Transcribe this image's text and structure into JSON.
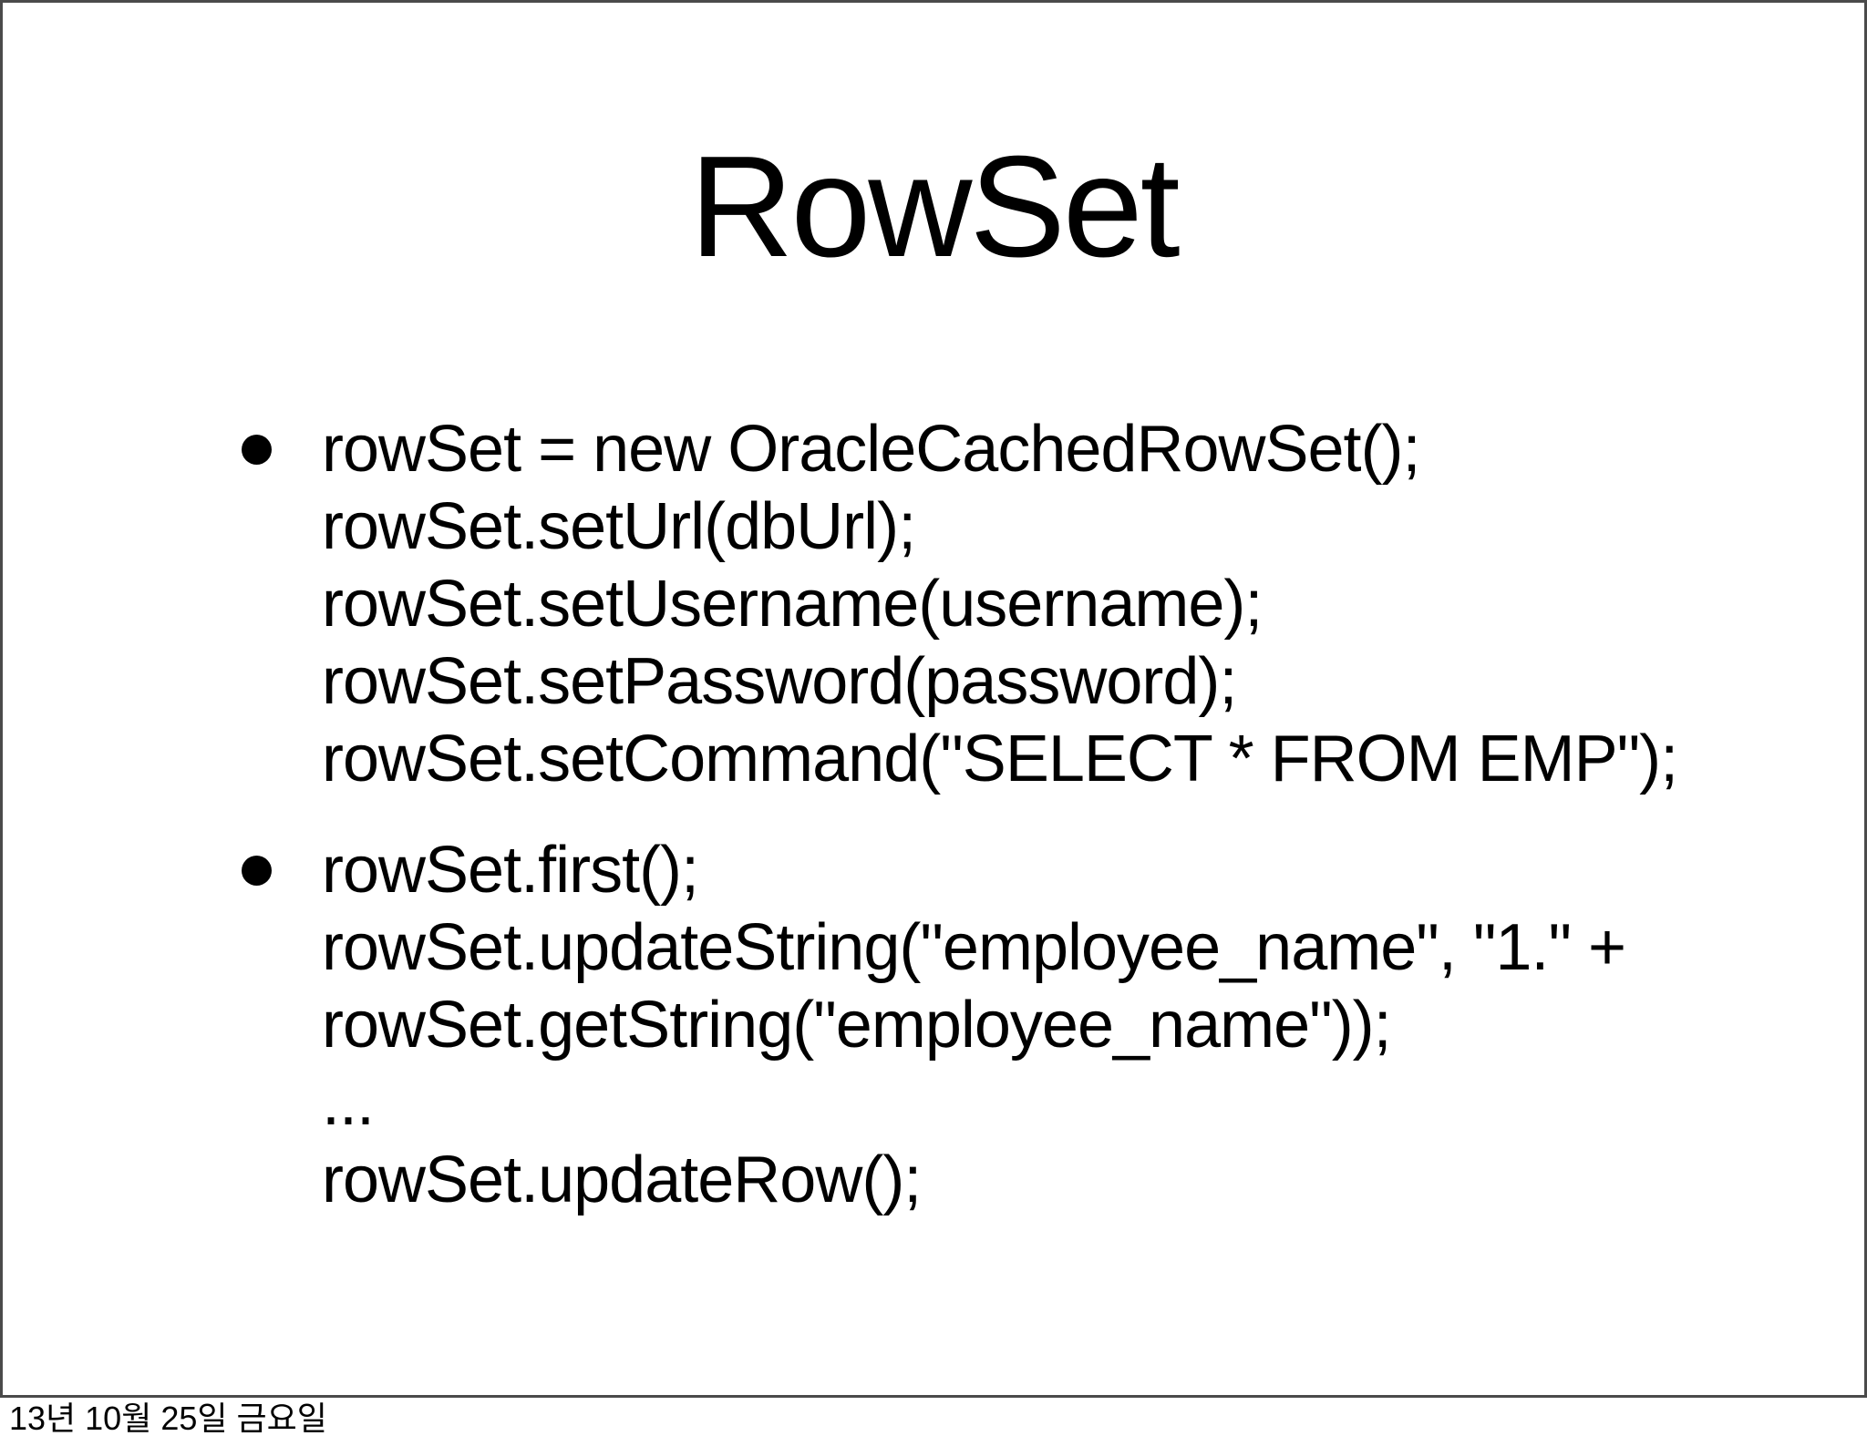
{
  "slide": {
    "title": "RowSet",
    "bullets": [
      {
        "lines": [
          "rowSet = new OracleCachedRowSet();",
          "rowSet.setUrl(dbUrl);",
          "rowSet.setUsername(username);",
          "rowSet.setPassword(password);",
          "rowSet.setCommand(\"SELECT * FROM EMP\");"
        ]
      },
      {
        "lines": [
          "rowSet.first();",
          "rowSet.updateString(\"employee_name\", \"1.\" +",
          "rowSet.getString(\"employee_name\"));",
          "...",
          "rowSet.updateRow();"
        ]
      }
    ]
  },
  "footer": {
    "date_text": "13년 10월 25일 금요일"
  },
  "colors": {
    "background": "#ffffff",
    "text": "#000000",
    "slide_border": "#4a4a4a"
  }
}
